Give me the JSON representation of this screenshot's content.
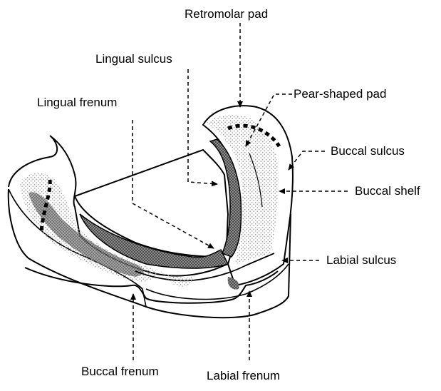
{
  "labels": {
    "retromolar_pad": "Retromolar pad",
    "lingual_sulcus": "Lingual sulcus",
    "pear_shaped_pad": "Pear-shaped pad",
    "lingual_frenum": "Lingual frenum",
    "buccal_sulcus": "Buccal sulcus",
    "buccal_shelf": "Buccal shelf",
    "labial_sulcus": "Labial sulcus",
    "buccal_frenum": "Buccal frenum",
    "labial_frenum": "Labial frenum"
  },
  "colors": {
    "line": "#000000",
    "background": "#ffffff",
    "stipple_light": "#bdbdbd",
    "stipple_dark": "#555555"
  }
}
